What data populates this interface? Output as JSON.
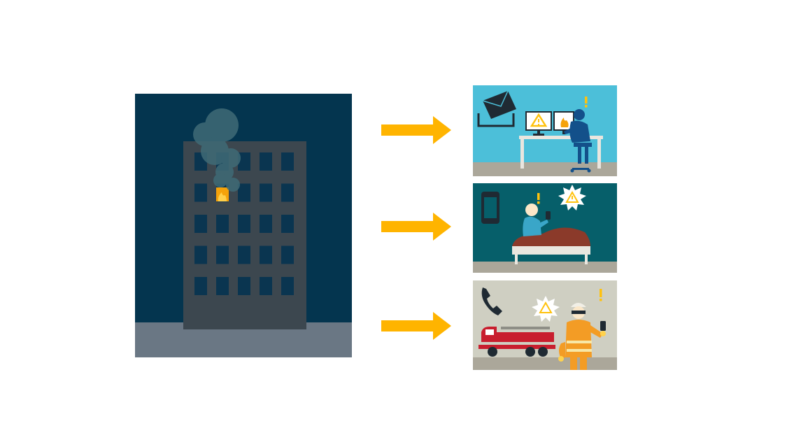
{
  "colors": {
    "night_sky": "#04354f",
    "ground": "#6a7784",
    "building": "#3c474f",
    "window": "#0a3550",
    "fire": "#f5a20a",
    "smoke": "#3f6b76",
    "arrow": "#ffb400",
    "panel_office_bg": "#4cbfd9",
    "panel_home_bg": "#065f6a",
    "panel_fire_bg": "#cfcfc2",
    "panel_floor": "#aba79a",
    "alert": "#ffc20e",
    "firefighter_suit": "#f39c25",
    "fire_truck": "#c81e2e"
  },
  "scene": {
    "building": {
      "windows_rows": 5,
      "windows_cols": 5,
      "burning_window": "row-2-col-2"
    }
  },
  "notifications": [
    {
      "id": "office",
      "icons": [
        "envelope-icon",
        "monitor-warning-icon",
        "monitor-fire-icon",
        "exclamation-icon"
      ]
    },
    {
      "id": "home",
      "icons": [
        "smartphone-icon",
        "speech-warning-icon",
        "exclamation-icon"
      ]
    },
    {
      "id": "fire-brigade",
      "icons": [
        "phone-handset-icon",
        "speech-warning-icon",
        "exclamation-icon",
        "fire-truck-icon"
      ]
    }
  ]
}
